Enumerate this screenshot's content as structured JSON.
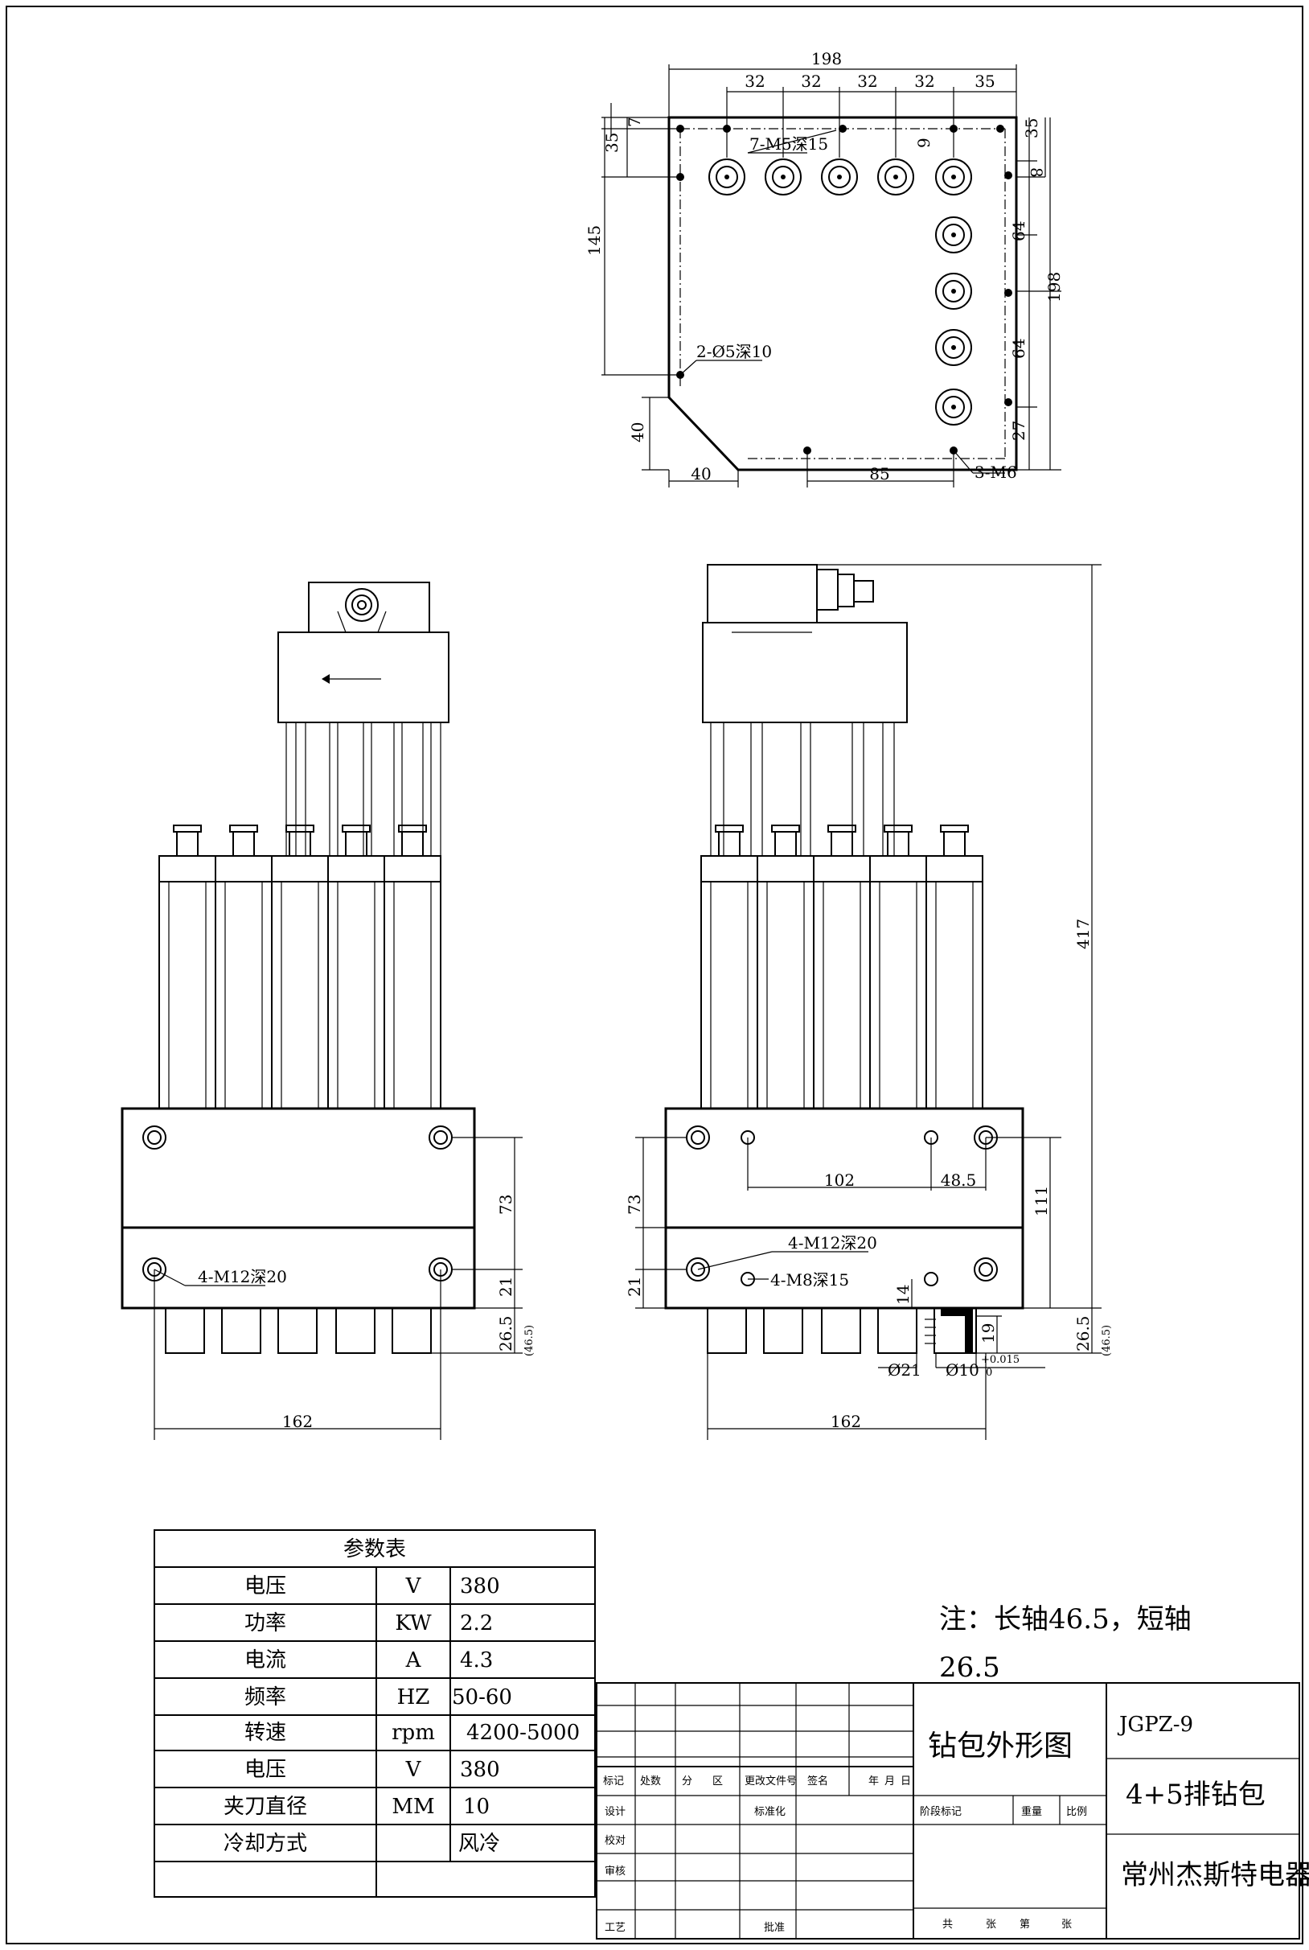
{
  "top_view": {
    "dims": {
      "overall_width": "198",
      "pitch": [
        "32",
        "32",
        "32",
        "32",
        "35"
      ],
      "left_7": "7",
      "left_35": "35",
      "left_145": "145",
      "right_35": "35",
      "right_8": "8",
      "right_9": "9",
      "right_64a": "64",
      "right_198": "198",
      "right_64b": "64",
      "right_27": "27",
      "chamfer_v": "40",
      "chamfer_h": "40",
      "bottom_85": "85"
    },
    "notes": {
      "m5": "7-M5深15",
      "phi5": "2-Ø5深10",
      "m6": "3-M6"
    }
  },
  "front_view": {
    "dims": {
      "d73": "73",
      "d21": "21",
      "d265": "26.5",
      "d465": "(46.5)",
      "d162": "162"
    },
    "notes": {
      "m12": "4-M12深20"
    }
  },
  "side_view": {
    "dims": {
      "d417": "417",
      "d102": "102",
      "d485": "48.5",
      "d111": "111",
      "d73": "73",
      "d21": "21",
      "d14": "14",
      "d19": "19",
      "d265": "26.5",
      "d465": "(46.5)",
      "d21dia": "Ø21",
      "d10dia": "Ø10",
      "tol_up": "+0.015",
      "tol_low": "0",
      "d162": "162"
    },
    "notes": {
      "m12": "4-M12深20",
      "m8": "4-M8深15"
    }
  },
  "param_table": {
    "title": "参数表",
    "rows": [
      {
        "name": "电压",
        "unit": "V",
        "value": "380"
      },
      {
        "name": "功率",
        "unit": "KW",
        "value": "2.2"
      },
      {
        "name": "电流",
        "unit": "A",
        "value": "4.3"
      },
      {
        "name": "频率",
        "unit": "HZ",
        "value": "50-60"
      },
      {
        "name": "转速",
        "unit": "rpm",
        "value": "4200-5000"
      },
      {
        "name": "电压",
        "unit": "V",
        "value": "380"
      },
      {
        "name": "夹刀直径",
        "unit": "MM",
        "value": "10"
      },
      {
        "name": "冷却方式",
        "unit": "",
        "value": "风冷"
      }
    ]
  },
  "note": {
    "line1": "注：长轴46.5，短轴",
    "line2": "26.5"
  },
  "title_block": {
    "drawing_name": "钻包外形图",
    "drawing_no": "JGPZ-9",
    "product": "4+5排钻包",
    "company": "常州杰斯特电器",
    "headers": [
      "标记",
      "处数",
      "分",
      "区",
      "更改文件号",
      "签名",
      "年",
      "月",
      "日"
    ],
    "roles": [
      "设计",
      "校对",
      "审核",
      "工艺"
    ],
    "std": "标准化",
    "approve": "批准",
    "stage_mark": "阶段标记",
    "weight": "重量",
    "scale": "比例",
    "total": "共",
    "sheet": "张",
    "page": "第",
    "sheet2": "张"
  }
}
